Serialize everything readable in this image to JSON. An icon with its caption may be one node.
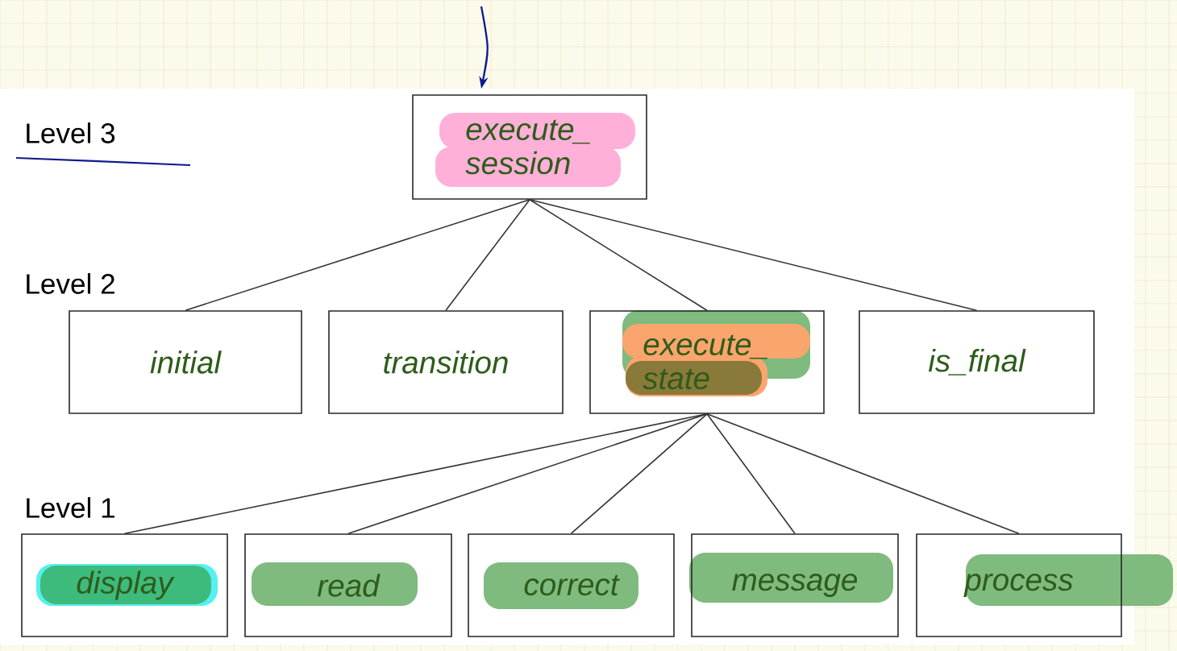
{
  "diagram": {
    "nodes": [
      {
        "text": [
          "execute_ session"
        ]
      },
      {
        "text": [
          "initial"
        ]
      },
      {
        "text": [
          "transition"
        ]
      },
      {
        "text": [
          "execute_ state"
        ]
      },
      {
        "text": [
          "is_final"
        ]
      },
      {
        "text": [
          "display"
        ]
      },
      {
        "text": [
          "read"
        ]
      },
      {
        "text": [
          "correct"
        ]
      },
      {
        "text": [
          "message"
        ]
      },
      {
        "text": [
          "process"
        ]
      }
    ],
    "edges": [
      {
        "from": null,
        "to": 0,
        "arrow": "to",
        "color": "#0d1a8c"
      },
      {
        "from": 0,
        "to": 1,
        "arrow": "none"
      },
      {
        "from": 0,
        "to": 2,
        "arrow": "none"
      },
      {
        "from": 0,
        "to": 3,
        "arrow": "none"
      },
      {
        "from": 0,
        "to": 4,
        "arrow": "none"
      },
      {
        "from": 3,
        "to": 5,
        "arrow": "none"
      },
      {
        "from": 3,
        "to": 6,
        "arrow": "none"
      },
      {
        "from": 3,
        "to": 7,
        "arrow": "none"
      },
      {
        "from": 3,
        "to": 8,
        "arrow": "none"
      },
      {
        "from": 3,
        "to": 9,
        "arrow": "none"
      }
    ],
    "labels": [
      "Level 3",
      "Level 2",
      "Level 1"
    ]
  }
}
